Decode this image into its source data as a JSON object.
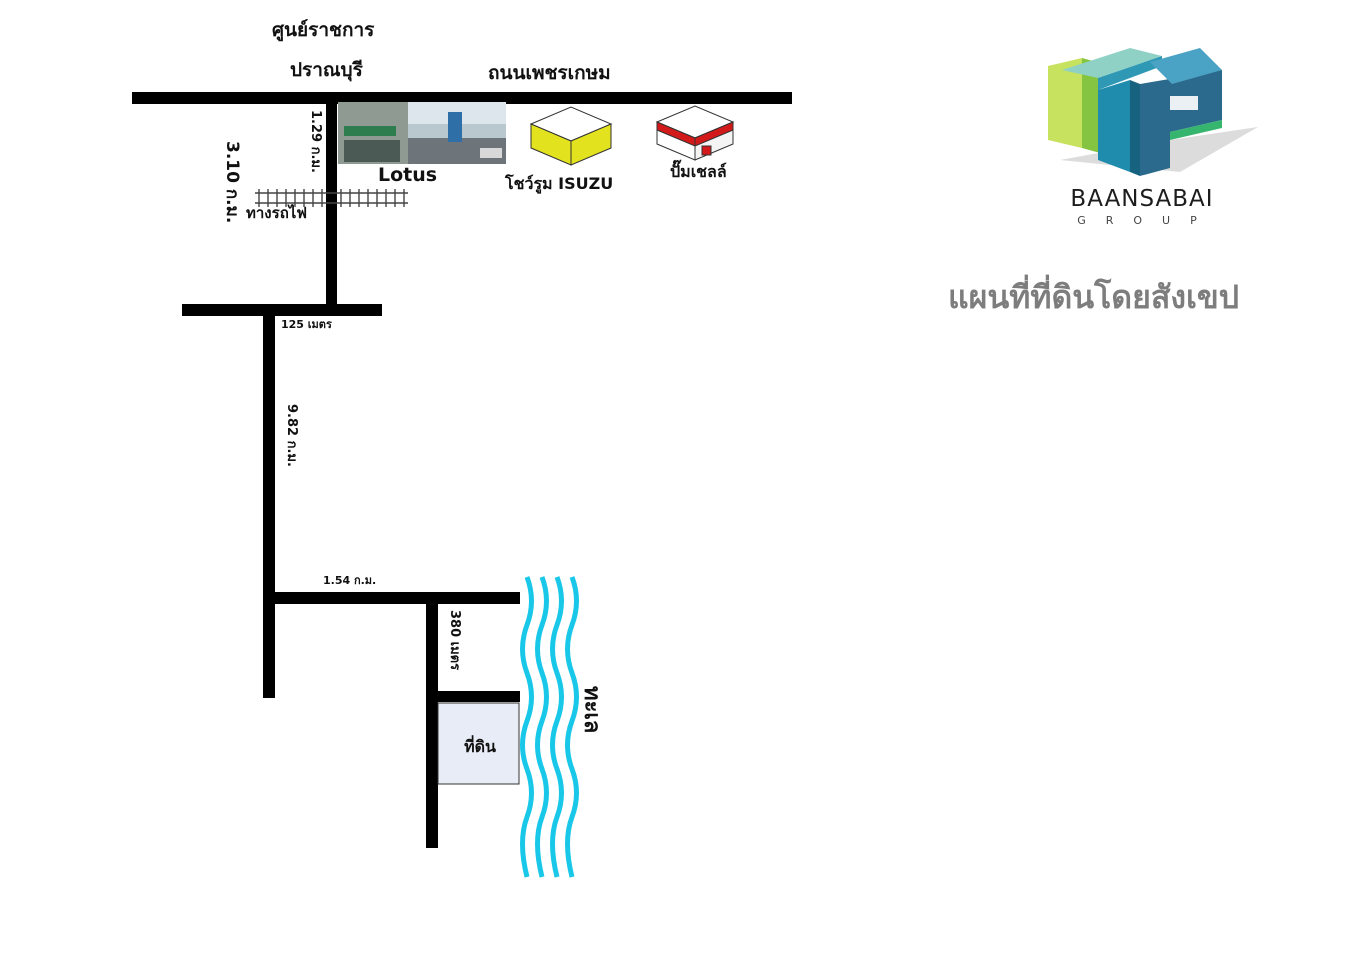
{
  "map": {
    "labels": {
      "gov_center_line1": "ศูนย์ราชการ",
      "gov_center_line2": "ปราณบุรี",
      "main_road": "ถนนเพชรเกษม",
      "lotus": "Lotus",
      "isuzu": "โชว์รูม ISUZU",
      "shell": "ปั๊มเชลล์",
      "railway": "ทางรถไฟ",
      "dist_3_10": "3.10 ก.ม.",
      "dist_1_29": "1.29 ก.ม.",
      "dist_125": "125 เมตร",
      "dist_9_82": "9.82 ก.ม.",
      "dist_1_54": "1.54 ก.ม.",
      "dist_380": "380 เมตร",
      "land": "ที่ดิน",
      "sea": "ทะเล"
    },
    "colors": {
      "road": "#000000",
      "sea": "#19c8e8",
      "land_fill": "#e8ecf6",
      "isuzu_box": "#e2e21e",
      "shell_red": "#d31a1a"
    }
  },
  "brand": {
    "name": "BAANSABAI",
    "sub": "GROUP",
    "heading": "แผนที่ที่ดินโดยสังเขป"
  }
}
